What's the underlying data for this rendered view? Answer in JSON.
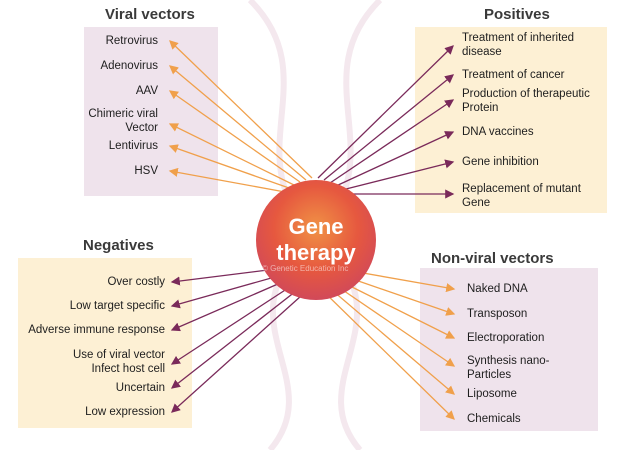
{
  "colors": {
    "viral": "#f0a04b",
    "positive": "#7a2a5a",
    "negative": "#7a2a5a",
    "nonviral": "#f0a04b",
    "pink_panel": "#efe3ec",
    "yellow_panel": "#fdf0d4"
  },
  "center": {
    "line1": "Gene",
    "line2": "therapy",
    "watermark": "© Genetic Education Inc"
  },
  "viral_vectors": {
    "heading": "Viral vectors",
    "items": [
      "Retrovirus",
      "Adenovirus",
      "AAV",
      "Chimeric viral\nVector",
      "Lentivirus",
      "HSV"
    ]
  },
  "positives": {
    "heading": "Positives",
    "items": [
      "Treatment of inherited\n disease",
      "Treatment of cancer",
      "Production of therapeutic\nProtein",
      "DNA vaccines",
      "Gene inhibition",
      "Replacement of mutant\nGene"
    ]
  },
  "negatives": {
    "heading": "Negatives",
    "items": [
      "Over costly",
      "Low target specific",
      "Adverse immune response",
      "Use of viral vector\nInfect host cell",
      "Uncertain",
      "Low expression"
    ]
  },
  "nonviral_vectors": {
    "heading": "Non-viral vectors",
    "items": [
      "Naked DNA",
      "Transposon",
      "Electroporation",
      "Synthesis nano-\nParticles",
      "Liposome",
      "Chemicals"
    ]
  }
}
